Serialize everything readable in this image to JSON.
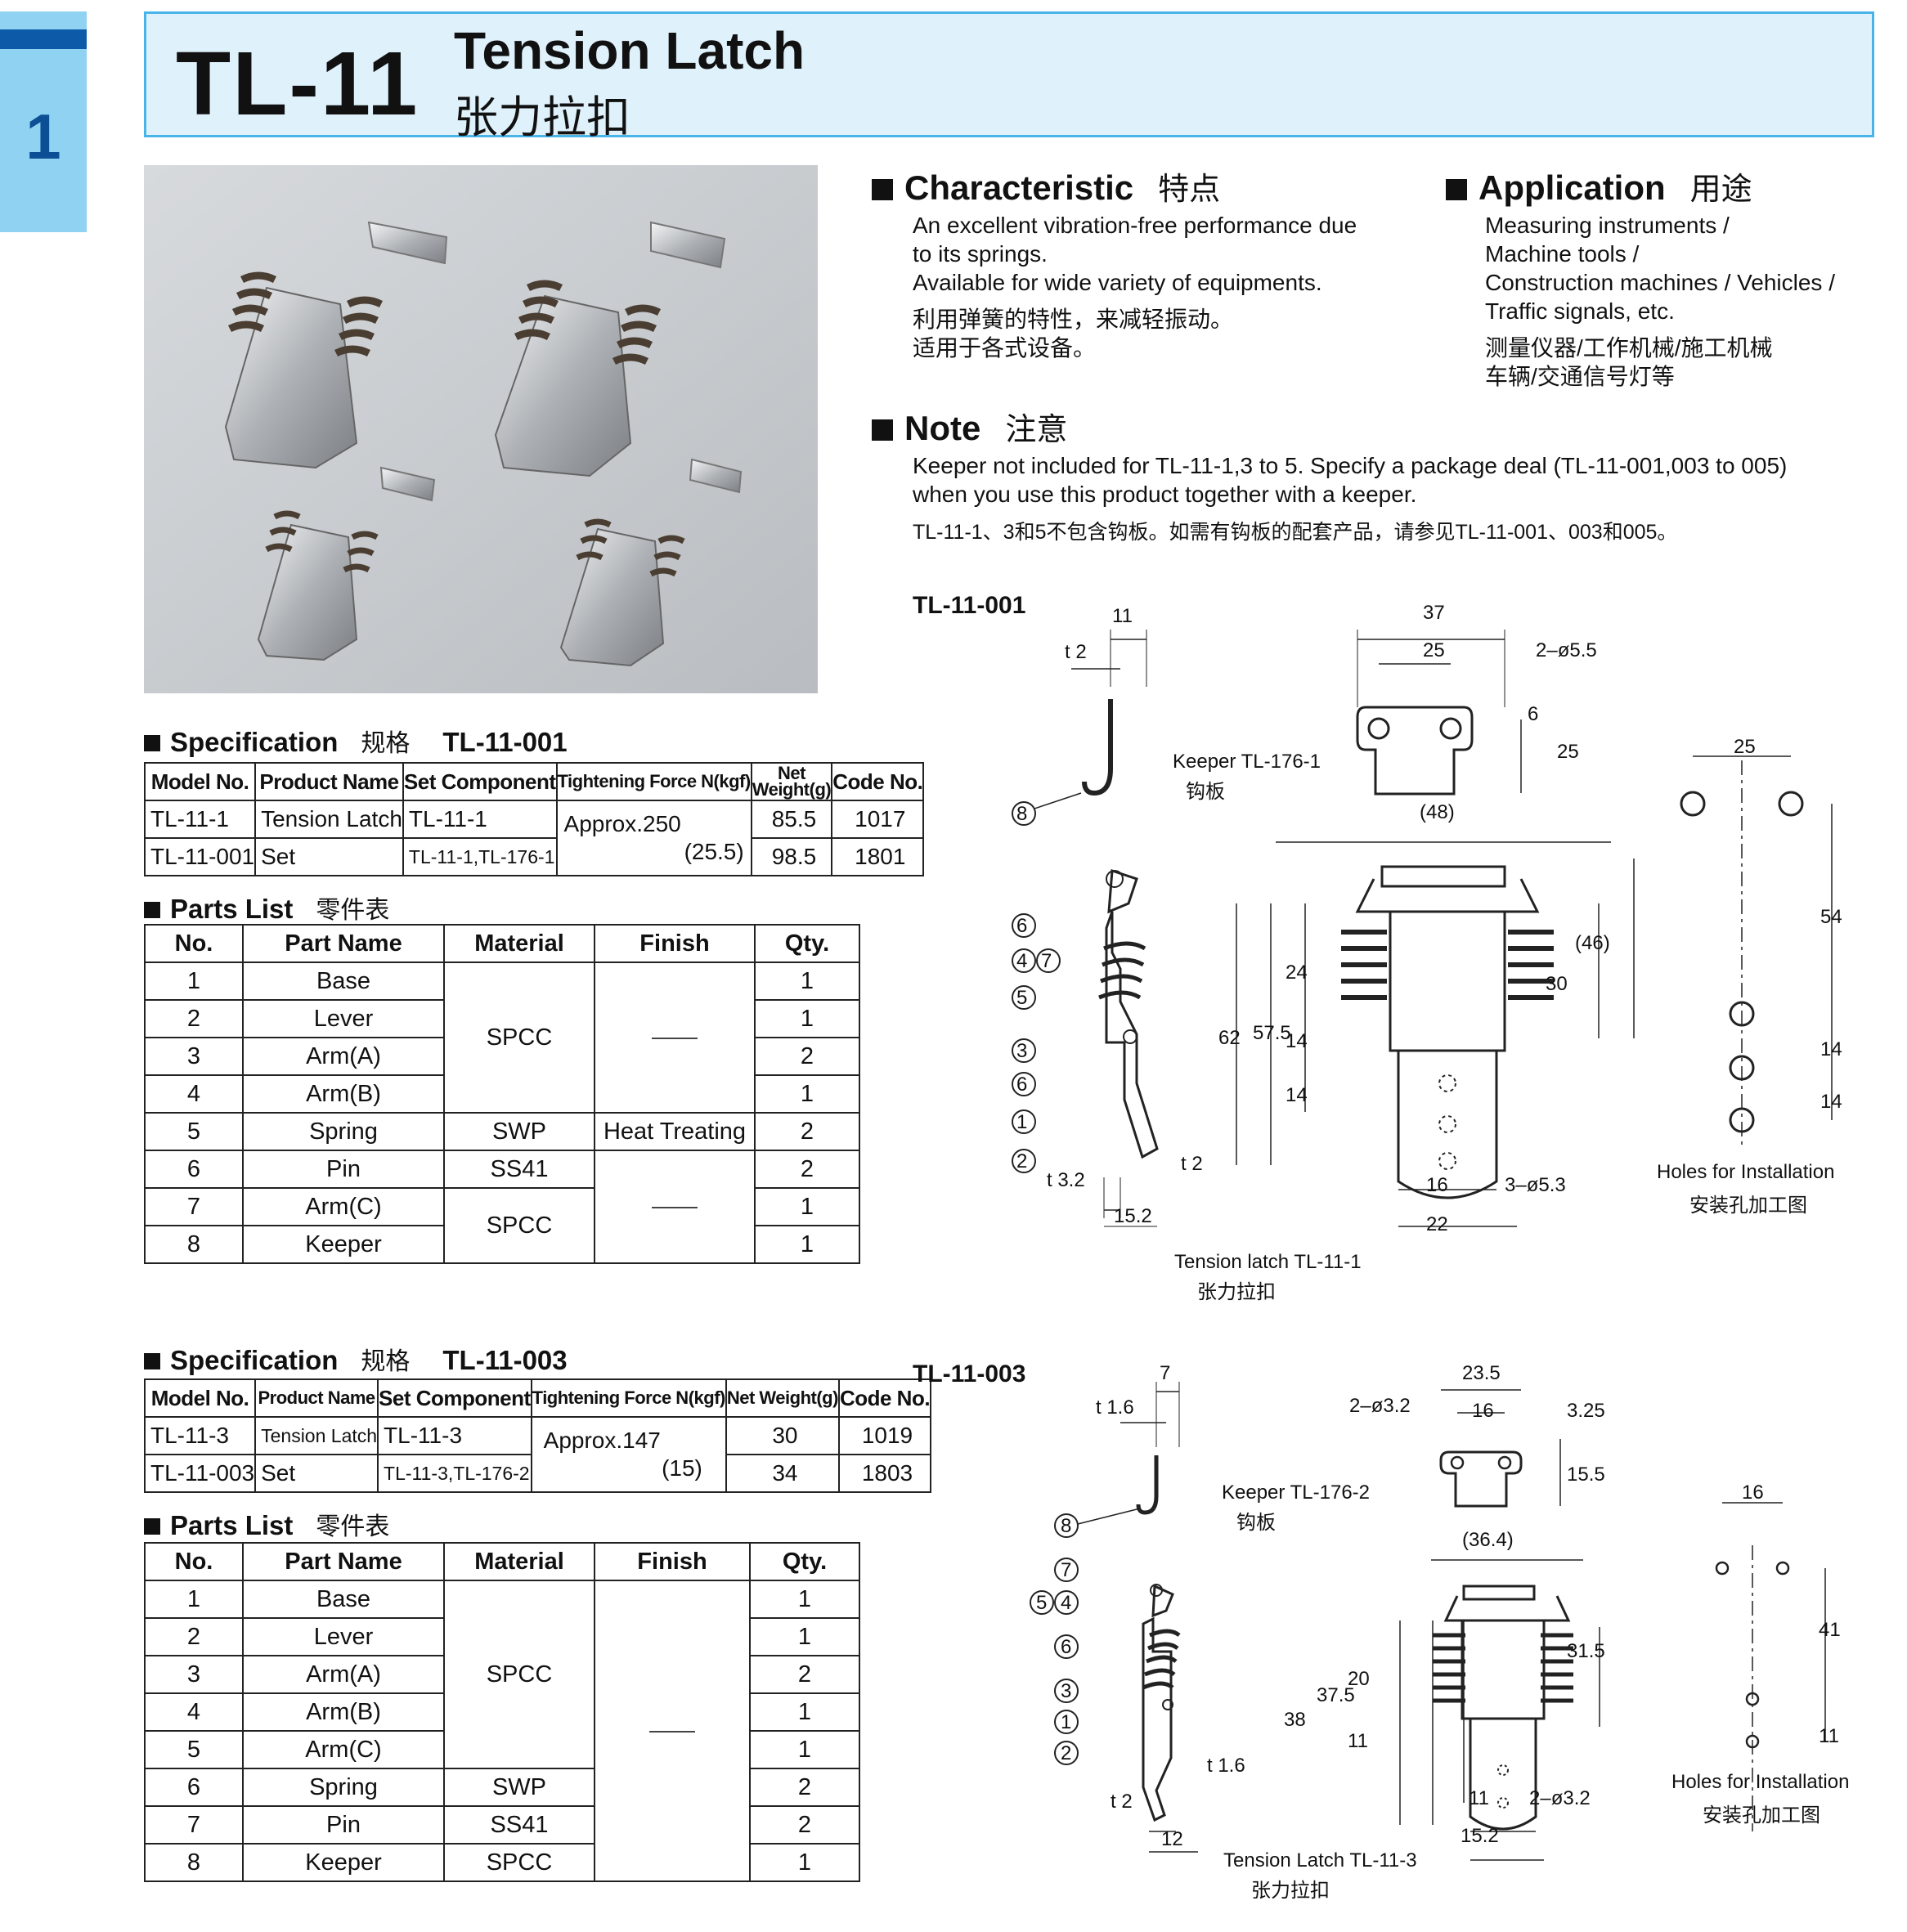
{
  "section_number": "1",
  "header": {
    "model": "TL-11",
    "title_en": "Tension Latch",
    "title_zh": "张力拉扣"
  },
  "characteristic": {
    "heading": "Characteristic",
    "heading_zh": "特点",
    "lines": [
      "An excellent vibration-free performance due",
      "to its springs.",
      "Available for wide variety of equipments."
    ],
    "lines_zh": [
      "利用弹簧的特性，来减轻振动。",
      "适用于各式设备。"
    ]
  },
  "application": {
    "heading": "Application",
    "heading_zh": "用途",
    "lines": [
      "Measuring instruments /",
      "Machine tools /",
      "Construction machines / Vehicles /",
      "Traffic signals, etc."
    ],
    "lines_zh": [
      "测量仪器/工作机械/施工机械",
      "车辆/交通信号灯等"
    ]
  },
  "note": {
    "heading": "Note",
    "heading_zh": "注意",
    "lines": [
      "Keeper not included for TL-11-1,3 to 5. Specify a package deal (TL-11-001,003 to 005)",
      "when you use this product together with a keeper."
    ],
    "line_zh": "TL-11-1、3和5不包含钩板。如需有钩板的配套产品，请参见TL-11-001、003和005。"
  },
  "spec1": {
    "heading": "Specification",
    "heading_zh": "规格",
    "code": "TL-11-001",
    "columns": [
      "Model No.",
      "Product Name",
      "Set Component",
      "Tightening Force N(kgf)",
      "Net Weight(g)",
      "Code No."
    ],
    "force": "Approx.250",
    "force_kgf": "(25.5)",
    "rows": [
      {
        "model": "TL-11-1",
        "name": "Tension Latch",
        "set": "TL-11-1",
        "weight": "85.5",
        "code": "1017"
      },
      {
        "model": "TL-11-001",
        "name": "Set",
        "set": "TL-11-1,TL-176-1",
        "weight": "98.5",
        "code": "1801"
      }
    ]
  },
  "parts1": {
    "heading": "Parts List",
    "heading_zh": "零件表",
    "columns": [
      "No.",
      "Part Name",
      "Material",
      "Finish",
      "Qty."
    ],
    "rows": [
      {
        "no": "1",
        "name": "Base",
        "qty": "1"
      },
      {
        "no": "2",
        "name": "Lever",
        "qty": "1"
      },
      {
        "no": "3",
        "name": "Arm(A)",
        "qty": "2"
      },
      {
        "no": "4",
        "name": "Arm(B)",
        "qty": "1"
      },
      {
        "no": "5",
        "name": "Spring",
        "qty": "2"
      },
      {
        "no": "6",
        "name": "Pin",
        "qty": "2"
      },
      {
        "no": "7",
        "name": "Arm(C)",
        "qty": "1"
      },
      {
        "no": "8",
        "name": "Keeper",
        "qty": "1"
      }
    ],
    "mat_spcc_a": "SPCC",
    "mat_swp": "SWP",
    "mat_ss41": "SS41",
    "mat_spcc_b": "SPCC",
    "finish_heat": "Heat Treating"
  },
  "spec2": {
    "heading": "Specification",
    "heading_zh": "规格",
    "code": "TL-11-003",
    "columns": [
      "Model No.",
      "Product Name",
      "Set Component",
      "Tightening Force N(kgf)",
      "Net Weight(g)",
      "Code No."
    ],
    "force": "Approx.147",
    "force_kgf": "(15)",
    "rows": [
      {
        "model": "TL-11-3",
        "name": "Tension Latch",
        "set": "TL-11-3",
        "weight": "30",
        "code": "1019"
      },
      {
        "model": "TL-11-003",
        "name": "Set",
        "set": "TL-11-3,TL-176-2",
        "weight": "34",
        "code": "1803"
      }
    ]
  },
  "parts2": {
    "heading": "Parts List",
    "heading_zh": "零件表",
    "columns": [
      "No.",
      "Part Name",
      "Material",
      "Finish",
      "Qty."
    ],
    "rows": [
      {
        "no": "1",
        "name": "Base",
        "qty": "1"
      },
      {
        "no": "2",
        "name": "Lever",
        "qty": "1"
      },
      {
        "no": "3",
        "name": "Arm(A)",
        "qty": "2"
      },
      {
        "no": "4",
        "name": "Arm(B)",
        "qty": "1"
      },
      {
        "no": "5",
        "name": "Arm(C)",
        "qty": "1"
      },
      {
        "no": "6",
        "name": "Spring",
        "qty": "2"
      },
      {
        "no": "7",
        "name": "Pin",
        "qty": "2"
      },
      {
        "no": "8",
        "name": "Keeper",
        "qty": "1"
      }
    ],
    "mat_spcc": "SPCC",
    "mat_swp": "SWP",
    "mat_ss41": "SS41",
    "mat_spcc_b": "SPCC"
  },
  "drawing1": {
    "title": "TL-11-001",
    "keeper_label": "Keeper  TL-176-1",
    "keeper_zh": "钩板",
    "latch_label": "Tension latch  TL-11-1",
    "latch_zh": "张力拉扣",
    "holes_label": "Holes for Installation",
    "holes_zh": "安装孔加工图",
    "dims": {
      "d11": "11",
      "t2": "t 2",
      "d37": "37",
      "d25": "25",
      "holes": "2–ø5.5",
      "d6": "6",
      "d25v": "25",
      "d48": "(48)",
      "d62": "62",
      "d575": "57.5",
      "d24": "24",
      "d14a": "14",
      "d14b": "14",
      "d30": "30",
      "d46": "(46)",
      "t32": "t 3.2",
      "d152": "15.2",
      "t2b": "t 2",
      "d16": "16",
      "d22": "22",
      "h3": "3–ø5.3",
      "i25": "25",
      "i54": "54",
      "i14a": "14",
      "i14b": "14"
    },
    "balloons_keeper": [
      "8"
    ],
    "balloons_latch": [
      "6",
      "4",
      "7",
      "5",
      "3",
      "6",
      "1",
      "2"
    ]
  },
  "drawing2": {
    "title": "TL-11-003",
    "keeper_label": "Keeper  TL-176-2",
    "keeper_zh": "钩板",
    "latch_label": "Tension Latch  TL-11-3",
    "latch_zh": "张力拉扣",
    "holes_label": "Holes for Installation",
    "holes_zh": "安装孔加工图",
    "dims": {
      "d7": "7",
      "t16": "t 1.6",
      "d235": "23.5",
      "d16": "16",
      "h2": "2–ø3.2",
      "d325": "3.25",
      "d155": "15.5",
      "d364": "(36.4)",
      "d38": "38",
      "d375": "37.5",
      "d20": "20",
      "d11": "11",
      "d315": "31.5",
      "t2": "t 2",
      "t16b": "t 1.6",
      "d12": "12",
      "d11b": "11",
      "d152": "15.2",
      "h2b": "2–ø3.2",
      "i16": "16",
      "i41": "41",
      "i11": "11"
    },
    "balloons_keeper": [
      "8"
    ],
    "balloons_latch": [
      "7",
      "5",
      "4",
      "6",
      "3",
      "1",
      "2"
    ]
  }
}
